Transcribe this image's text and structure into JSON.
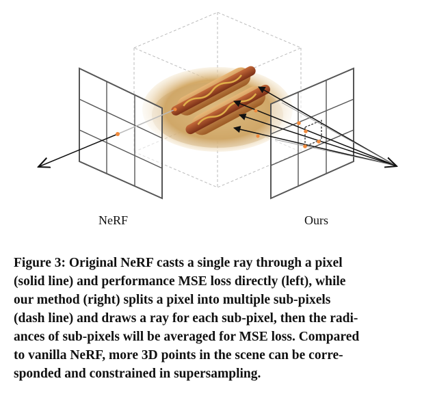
{
  "labels": {
    "left": "NeRF",
    "right": "Ours"
  },
  "caption": {
    "lines": [
      "Figure 3: Original NeRF casts a single ray through a pixel",
      "(solid line) and performance MSE loss directly (left), while",
      "our method (right) splits a pixel into multiple sub-pixels",
      "(dash line) and draws a ray for each sub-pixel, then the radi-",
      "ances of sub-pixels will be averaged for MSE loss. Compared",
      "to vanilla NeRF, more 3D points in the scene can be corre-",
      "sponded and constrained in supersampling."
    ]
  },
  "colors": {
    "grid": "#555555",
    "box_dash": "#bbbbbb",
    "ray": "#111111",
    "sample_point": "#f08a3c",
    "plate": "#c9a46a"
  }
}
